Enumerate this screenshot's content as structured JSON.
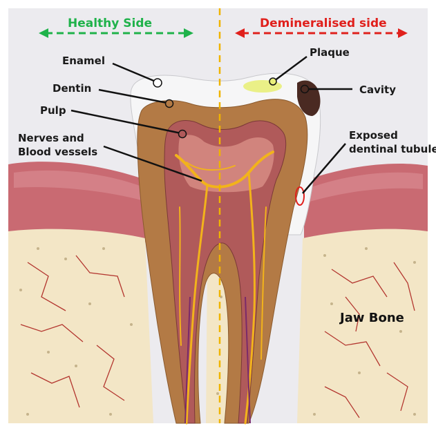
{
  "headers": {
    "healthy_side": "Healthy Side",
    "demineralised_side": "Demineralised side"
  },
  "labels": {
    "enamel": "Enamel",
    "dentin": "Dentin",
    "pulp": "Pulp",
    "nerves_line1": "Nerves and",
    "nerves_line2": "Blood vessels",
    "plaque": "Plaque",
    "cavity": "Cavity",
    "exposed_line1": "Exposed",
    "exposed_line2": "dentinal tubule",
    "jaw_bone": "Jaw Bone"
  },
  "colors": {
    "healthy": "#1fb24a",
    "demineralised": "#e0201c",
    "divider": "#f0b400",
    "background": "#ecebef",
    "gum": "#c96a72",
    "bone": "#f3e6c6",
    "dentin": "#b37a45",
    "pulp": "#b05a5a",
    "nerve": "#f2b31b"
  }
}
